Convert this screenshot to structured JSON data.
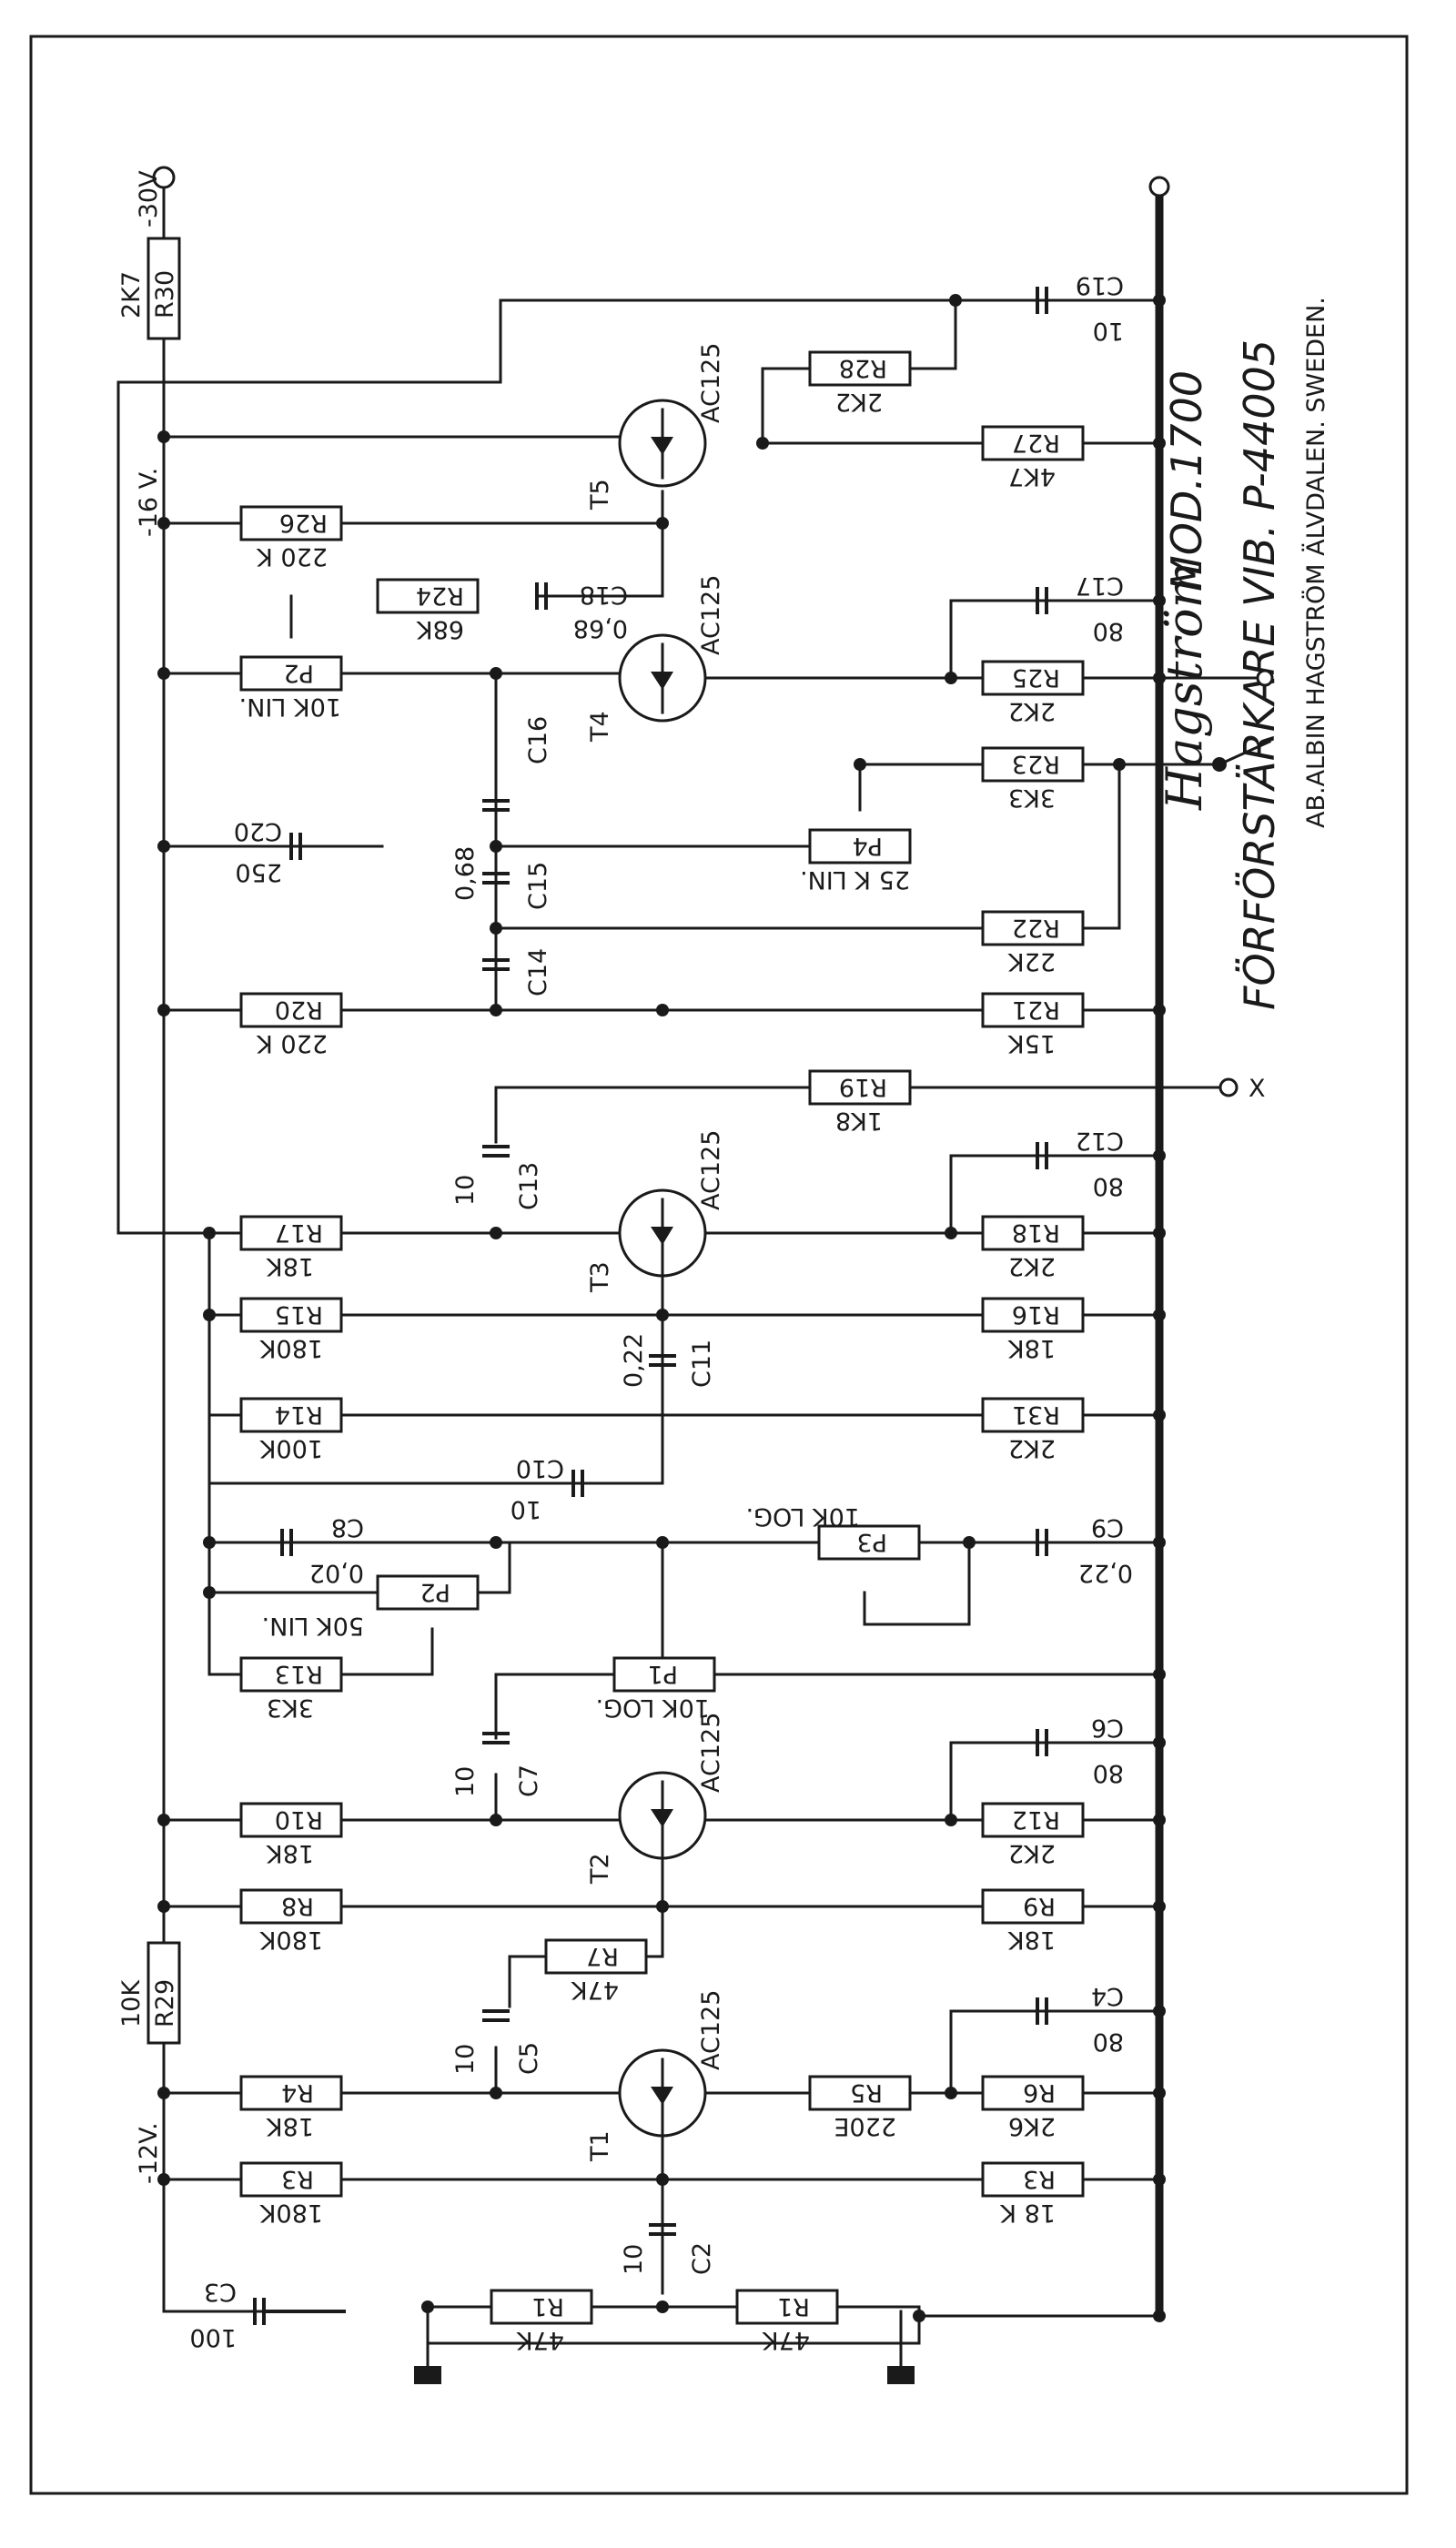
{
  "title": {
    "brand": "Hagström",
    "model": "MOD.1700",
    "name": "FÖRFÖRSTÄRKARE VIB. P-44005",
    "company": "AB.ALBIN HAGSTRÖM ÄLVDALEN. SWEDEN."
  },
  "supply": {
    "v30": "-30V",
    "v16": "-16 V.",
    "v12": "-12V.",
    "output_mark": "X"
  },
  "transistors": [
    {
      "ref": "T1",
      "type": "AC125"
    },
    {
      "ref": "T2",
      "type": "AC125"
    },
    {
      "ref": "T3",
      "type": "AC125"
    },
    {
      "ref": "T4",
      "type": "AC125"
    },
    {
      "ref": "T5",
      "type": "AC125"
    }
  ],
  "resistors": [
    {
      "ref": "R30",
      "value": "2K7"
    },
    {
      "ref": "R29",
      "value": "10K"
    },
    {
      "ref": "R26",
      "value": "220 K"
    },
    {
      "ref": "R24",
      "value": "68K"
    },
    {
      "ref": "P2",
      "value": "10K LIN."
    },
    {
      "ref": "R20",
      "value": "220 K"
    },
    {
      "ref": "R17",
      "value": "18K"
    },
    {
      "ref": "R15",
      "value": "180K"
    },
    {
      "ref": "R14",
      "value": "100K"
    },
    {
      "ref": "P2",
      "value": "50K LIN."
    },
    {
      "ref": "R13",
      "value": "3K3"
    },
    {
      "ref": "R10",
      "value": "18K"
    },
    {
      "ref": "R8",
      "value": "180K"
    },
    {
      "ref": "R4",
      "value": "18K"
    },
    {
      "ref": "R3",
      "value": "180K"
    },
    {
      "ref": "R1",
      "value": "47K"
    },
    {
      "ref": "R1",
      "value": "47K"
    },
    {
      "ref": "R5",
      "value": "220E"
    },
    {
      "ref": "R6",
      "value": "2K6"
    },
    {
      "ref": "R3",
      "value": "18 K"
    },
    {
      "ref": "R7",
      "value": "47K"
    },
    {
      "ref": "R9",
      "value": "18K"
    },
    {
      "ref": "R12",
      "value": "2K2"
    },
    {
      "ref": "P1",
      "value": "10K LOG."
    },
    {
      "ref": "P3",
      "value": "10K LOG."
    },
    {
      "ref": "R31",
      "value": "2K2"
    },
    {
      "ref": "R16",
      "value": "18K"
    },
    {
      "ref": "R18",
      "value": "2K2"
    },
    {
      "ref": "R19",
      "value": "1K8"
    },
    {
      "ref": "R21",
      "value": "15K"
    },
    {
      "ref": "R22",
      "value": "22K"
    },
    {
      "ref": "P4",
      "value": "25 K LIN."
    },
    {
      "ref": "R23",
      "value": "3K3"
    },
    {
      "ref": "R25",
      "value": "2K2"
    },
    {
      "ref": "R27",
      "value": "4K7"
    },
    {
      "ref": "R28",
      "value": "2K2"
    }
  ],
  "capacitors": [
    {
      "ref": "C19",
      "value": "10"
    },
    {
      "ref": "C18",
      "value": "0,68"
    },
    {
      "ref": "C17",
      "value": "80"
    },
    {
      "ref": "C20",
      "value": "250"
    },
    {
      "ref": "C16",
      "value": ""
    },
    {
      "ref": "C15",
      "value": "0,68"
    },
    {
      "ref": "C14",
      "value": ""
    },
    {
      "ref": "C13",
      "value": "10"
    },
    {
      "ref": "C12",
      "value": "80"
    },
    {
      "ref": "C11",
      "value": "0,22"
    },
    {
      "ref": "C10",
      "value": "10"
    },
    {
      "ref": "C8",
      "value": "0,02"
    },
    {
      "ref": "C9",
      "value": "0,22"
    },
    {
      "ref": "C7",
      "value": "10"
    },
    {
      "ref": "C6",
      "value": "80"
    },
    {
      "ref": "C5",
      "value": "10"
    },
    {
      "ref": "C4",
      "value": "80"
    },
    {
      "ref": "C3",
      "value": "100"
    },
    {
      "ref": "C2",
      "value": "10"
    }
  ]
}
